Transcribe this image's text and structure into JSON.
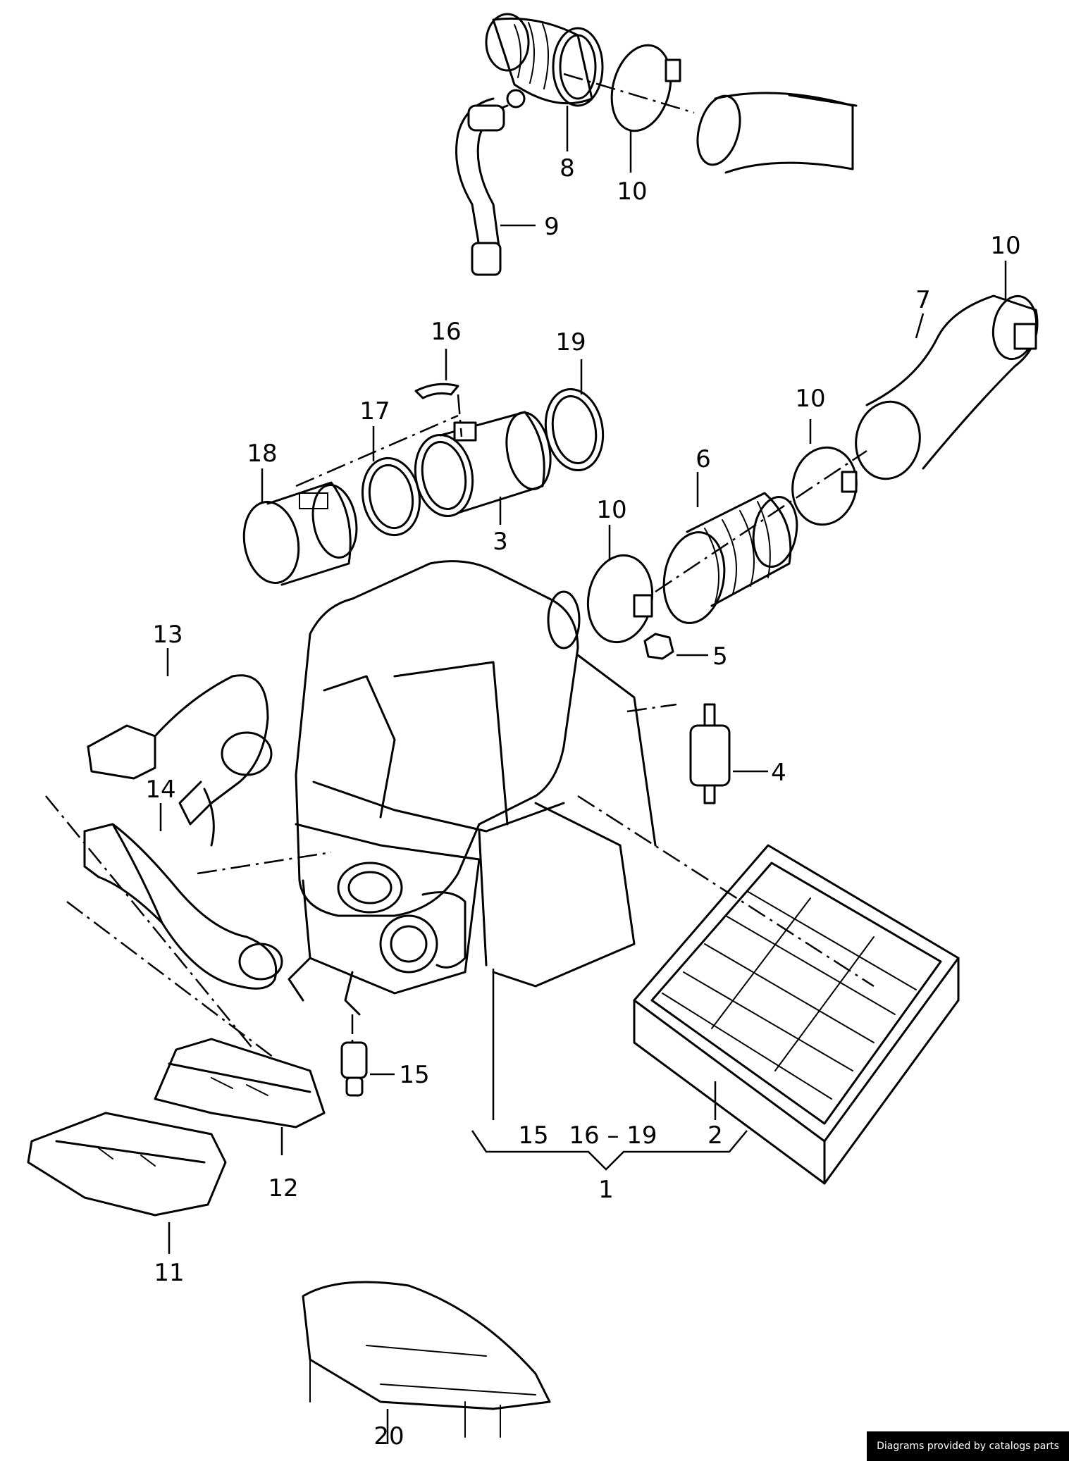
{
  "callouts": {
    "c1": "1",
    "c2": "2",
    "c3": "3",
    "c4": "4",
    "c5": "5",
    "c6": "6",
    "c7": "7",
    "c8": "8",
    "c9": "9",
    "c10a": "10",
    "c10b": "10",
    "c10c": "10",
    "c10d": "10",
    "c11": "11",
    "c12": "12",
    "c13": "13",
    "c14": "14",
    "c15a": "15",
    "c15b": "15",
    "c16": "16",
    "c16_19": "16 – 19",
    "c17": "17",
    "c18": "18",
    "c19": "19",
    "c20": "20"
  },
  "credit": "Diagrams provided by catalogs parts"
}
